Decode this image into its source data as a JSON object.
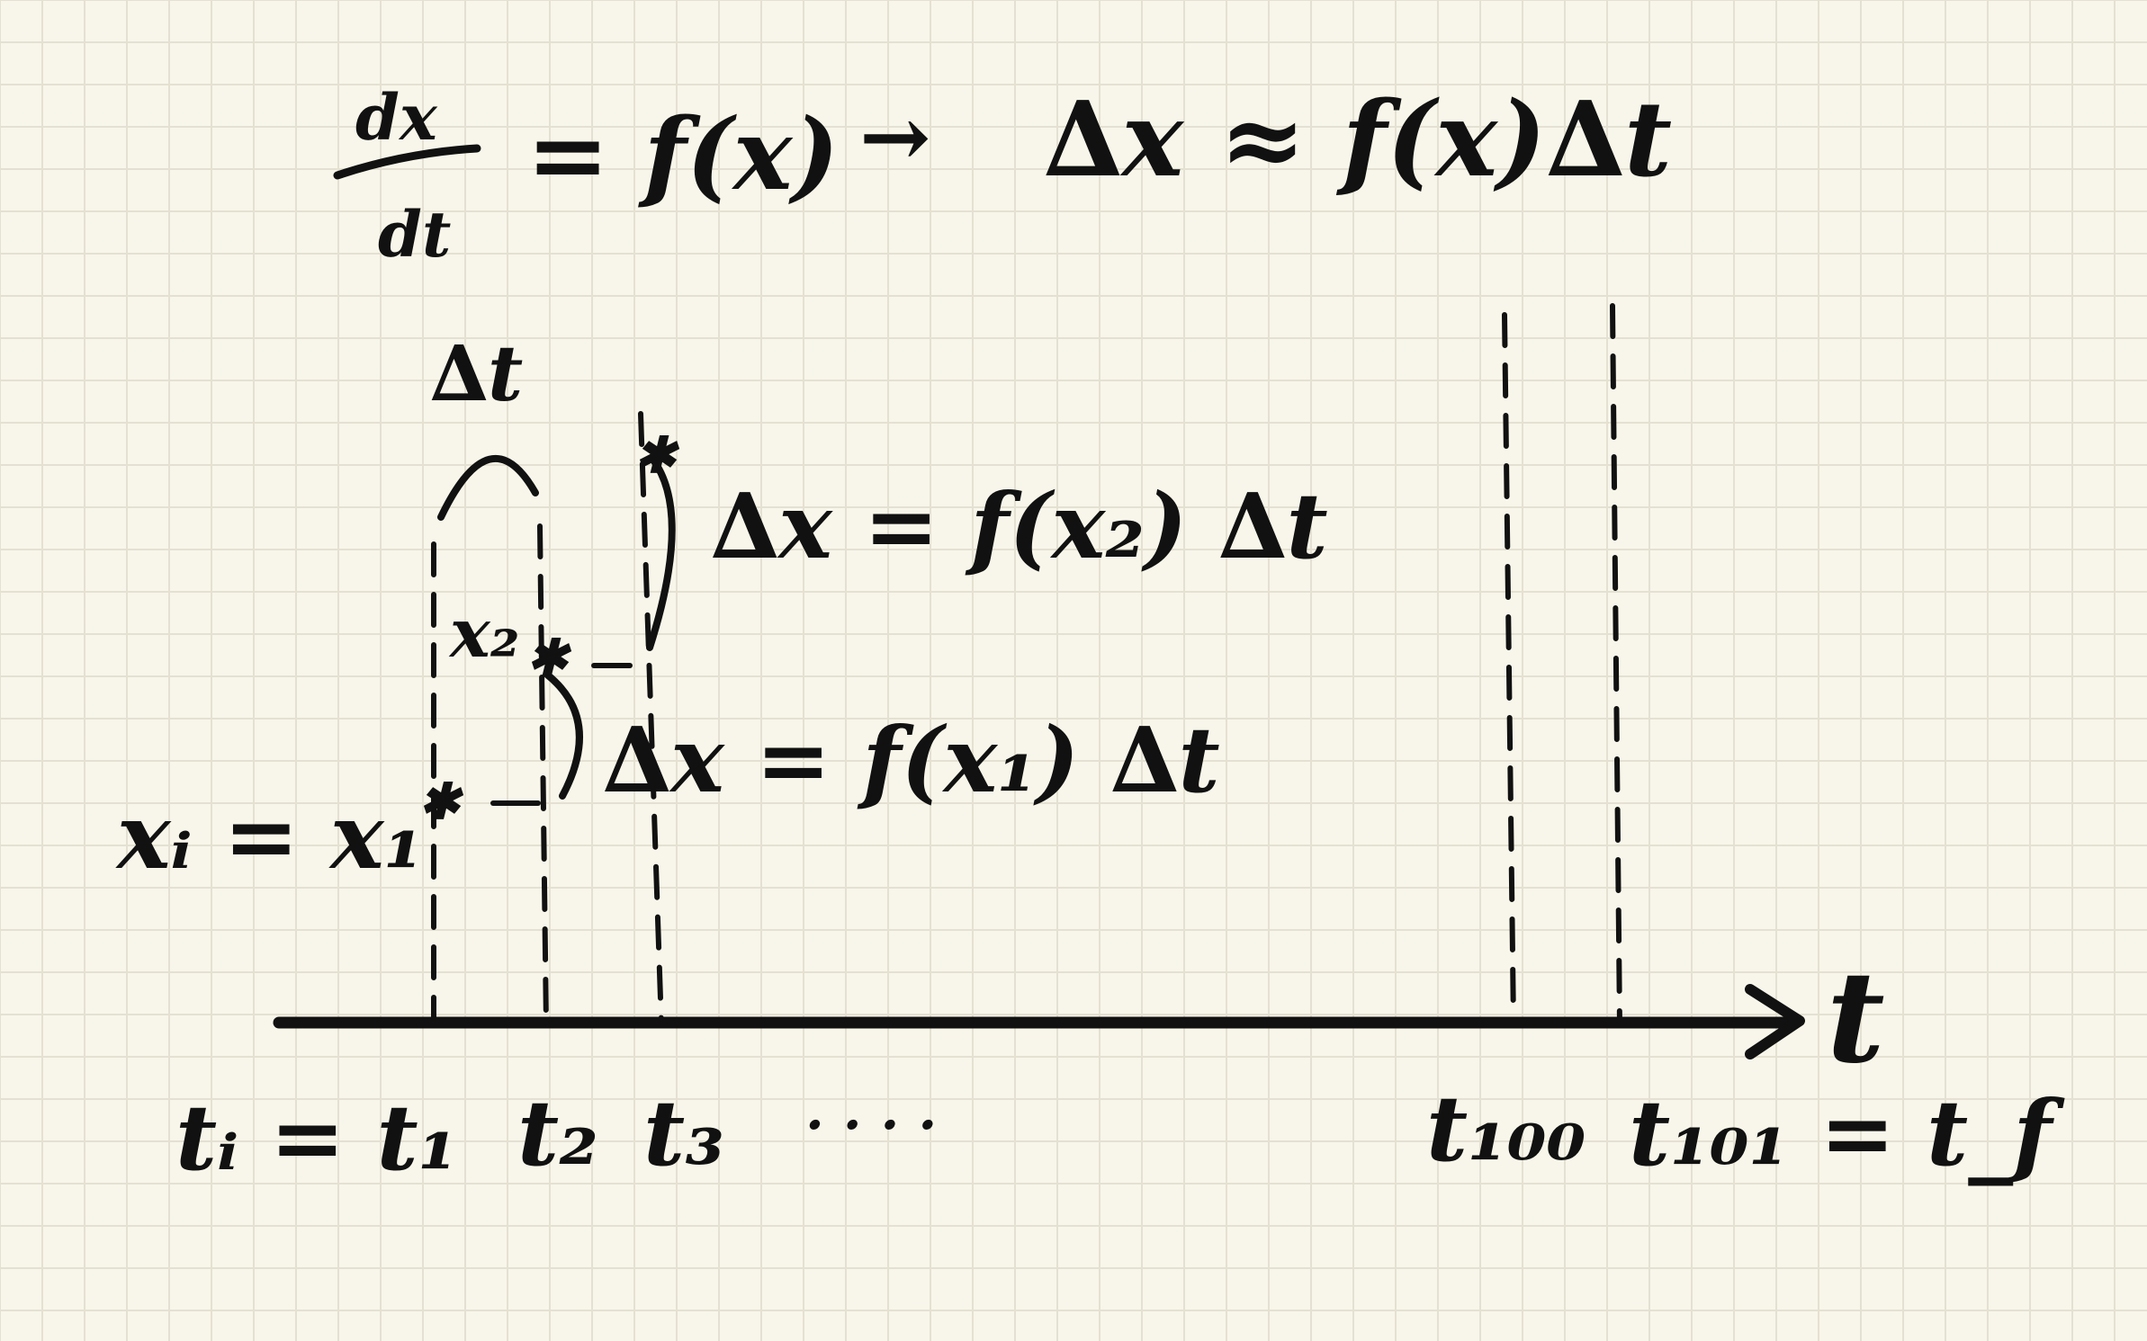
{
  "equations": {
    "ode_numerator": "dx",
    "ode_denominator": "dt",
    "ode_rhs": "= f(x)",
    "arrow": "→",
    "approx": "∆x ≈ f(x)∆t"
  },
  "step_label": "∆t",
  "increments": {
    "step2": "∆x = f(x₂) ∆t",
    "step1": "∆x = f(x₁) ∆t"
  },
  "points": {
    "x_initial": "xᵢ = x₁",
    "x_second": "x₂"
  },
  "axis": {
    "variable": "t"
  },
  "ticks": {
    "t_initial": "tᵢ = t₁",
    "t2": "t₂",
    "t3": "t₃",
    "ellipsis": ". . . .",
    "t100": "t₁₀₀",
    "t101": "t₁₀₁ = t_f"
  }
}
